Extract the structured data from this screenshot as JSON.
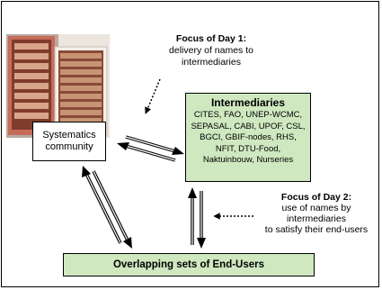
{
  "focus_day1": {
    "title": "Focus of Day 1:",
    "line1": "delivery of names to",
    "line2": "intermediaries"
  },
  "systematics": {
    "line1": "Systematics",
    "line2": "community"
  },
  "intermediaries": {
    "title": "Intermediaries",
    "list": "CITES, FAO, UNEP-WCMC, SEPASAL, CABI, UPOF, CSL, BGCI, GBIF-nodes, RHS, NFIT, DTU-Food, Naktuinbouw, Nurseries"
  },
  "focus_day2": {
    "title": "Focus of Day 2:",
    "line1": "use of names by",
    "line2": "intermediaries",
    "line3": "to satisfy their end-users"
  },
  "end_users": {
    "label": "Overlapping sets of End-Users"
  },
  "colors": {
    "box_fill": "#cfe8c0",
    "border": "#000000"
  }
}
